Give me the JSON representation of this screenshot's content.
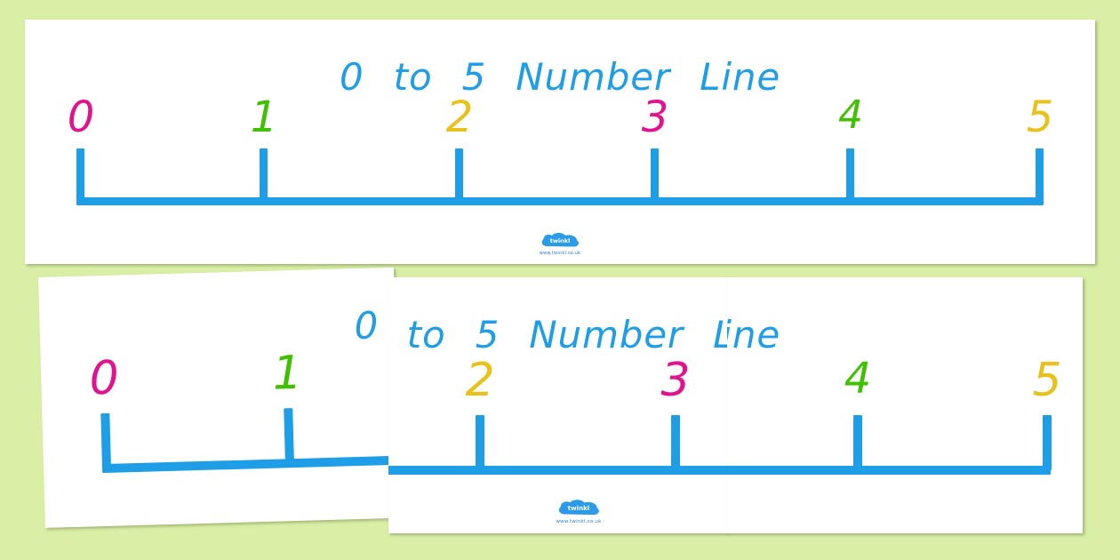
{
  "page": {
    "background_color": "#d9efa6",
    "sheet_color": "#ffffff"
  },
  "poster": {
    "title_words": [
      "0",
      "to",
      "5",
      "Number",
      "Line"
    ],
    "title_text": "0 to 5 Number Line",
    "title_color": "#1f9ee8",
    "axis_color": "#1f9ee8",
    "labels": [
      {
        "value": "0",
        "color": "#e3138f"
      },
      {
        "value": "1",
        "color": "#3fc000"
      },
      {
        "value": "2",
        "color": "#e8c21a"
      },
      {
        "value": "3",
        "color": "#e3138f"
      },
      {
        "value": "4",
        "color": "#3fc000"
      },
      {
        "value": "5",
        "color": "#e8c21a"
      }
    ],
    "tick_positions_pct": [
      5.0,
      22.1,
      40.3,
      58.6,
      76.9,
      95.1
    ],
    "logo": {
      "name": "twinkl",
      "wordmark": "twinkl",
      "url": "www.twinkl.co.uk",
      "color": "#2b9ae8",
      "url_color": "#2b7fd4"
    }
  },
  "panels": [
    {
      "id": "top-sheet",
      "name": "full-poster-preview",
      "shows": "0 to 5 Number Line (complete banner)"
    },
    {
      "id": "bottom-left-sheet",
      "name": "printed-page-1",
      "shows": "0 to 1 section"
    },
    {
      "id": "bottom-mid-sheet",
      "name": "printed-page-2",
      "shows": "2 to 3 section with logo"
    },
    {
      "id": "bottom-right-sheet",
      "name": "printed-page-3",
      "shows": "4 to 5 section"
    }
  ]
}
